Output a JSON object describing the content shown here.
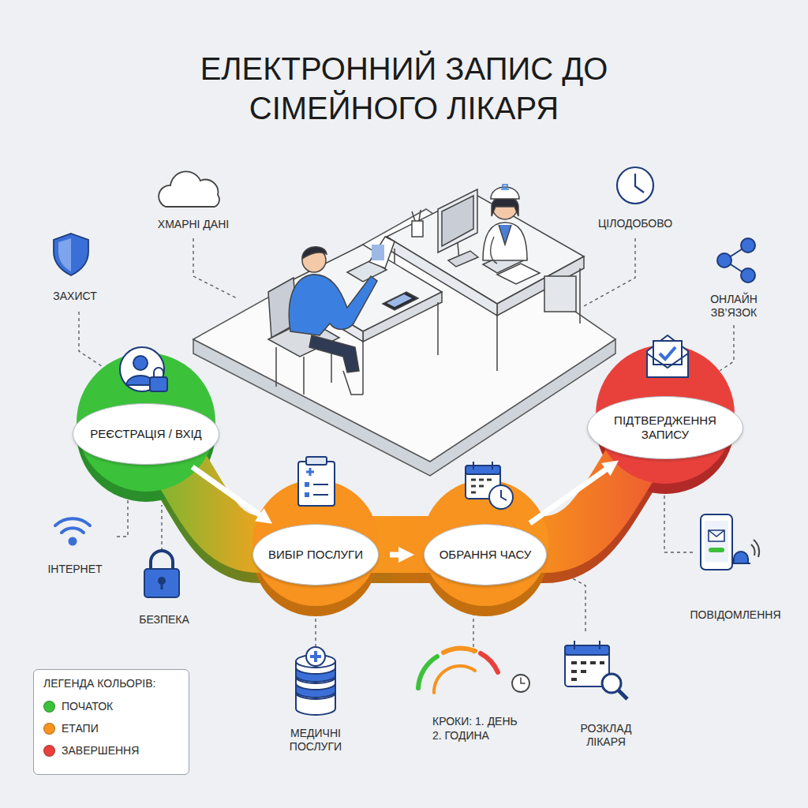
{
  "diagram": {
    "title": "ЕЛЕКТРОННИЙ ЗАПИС ДО СІМЕЙНОГО ЛІКАРЯ",
    "nodes": [
      {
        "text": [
          "РЕЄСТРАЦІЯ / ВХІД"
        ]
      },
      {
        "text": [
          "ВИБІР ПОСЛУГИ"
        ]
      },
      {
        "text": [
          "ОБРАННЯ ЧАСУ"
        ]
      },
      {
        "text": [
          "ПІДТВЕРДЖЕННЯ ЗАПИСУ"
        ]
      }
    ],
    "edges": [
      {
        "from": 0,
        "to": 1,
        "arrow": "to"
      },
      {
        "from": 1,
        "to": 2,
        "arrow": "to"
      },
      {
        "from": 2,
        "to": 3,
        "arrow": "to"
      }
    ],
    "labels": [
      "ХМАРНІ ДАНІ",
      "ЦІЛОДОБОВО",
      "ЗАХИСТ",
      "ОНЛАЙН ЗВ’ЯЗОК",
      "ІНТЕРНЕТ",
      "БЕЗПЕКА",
      "МЕДИЧНІ ПОСЛУГИ",
      "КРОКИ: 1. ДЕНЬ 2. ГОДИНА",
      "РОЗКЛАД ЛІКАРЯ",
      "ПОВІДОМЛЕННЯ",
      "ЛЕГЕНДА КОЛЬОРІВ:"
    ],
    "legend": [
      {
        "text": "ПОЧАТОК",
        "color": "#3cc13b"
      },
      {
        "text": "ЕТАПИ",
        "color": "#f7931e"
      },
      {
        "text": "ЗАВЕРШЕННЯ",
        "color": "#e8413c"
      }
    ]
  }
}
